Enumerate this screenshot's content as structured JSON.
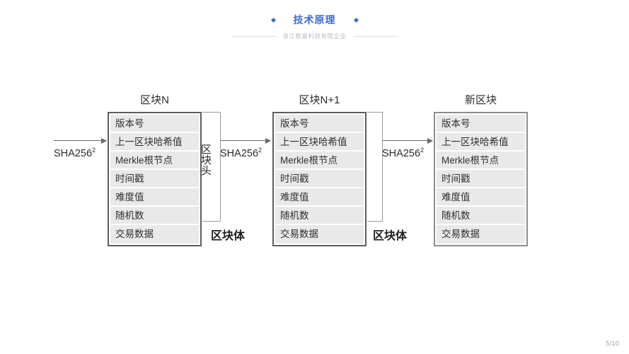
{
  "header": {
    "title": "技术原理",
    "subtitle": "浙江数豪科技有限企业",
    "accent_color": "#3f6ad0",
    "subtitle_color": "#b9bcc4"
  },
  "diagram": {
    "row_labels": [
      "版本号",
      "上一区块哈希值",
      "Merkle根节点",
      "时间戳",
      "难度值",
      "随机数",
      "交易数据"
    ],
    "blocks": [
      {
        "caption": "区块N",
        "rows": [
          "版本号",
          "上一区块哈希值",
          "Merkle根节点",
          "时间戳",
          "难度值",
          "随机数",
          "交易数据"
        ]
      },
      {
        "caption": "区块N+1",
        "rows": [
          "版本号",
          "上一区块哈希值",
          "Merkle根节点",
          "时间戳",
          "难度值",
          "随机数",
          "交易数据"
        ]
      },
      {
        "caption": "新区块",
        "rows": [
          "版本号",
          "上一区块哈希值",
          "Merkle根节点",
          "时间戳",
          "难度值",
          "随机数",
          "交易数据"
        ]
      }
    ],
    "hash_labels": [
      "SHA256",
      "SHA256",
      "SHA256"
    ],
    "hash_exponent": "2",
    "block_header_label": "区块头",
    "block_body_labels": [
      "区块体",
      "区块体"
    ]
  },
  "footer": {
    "page": "5/10"
  }
}
